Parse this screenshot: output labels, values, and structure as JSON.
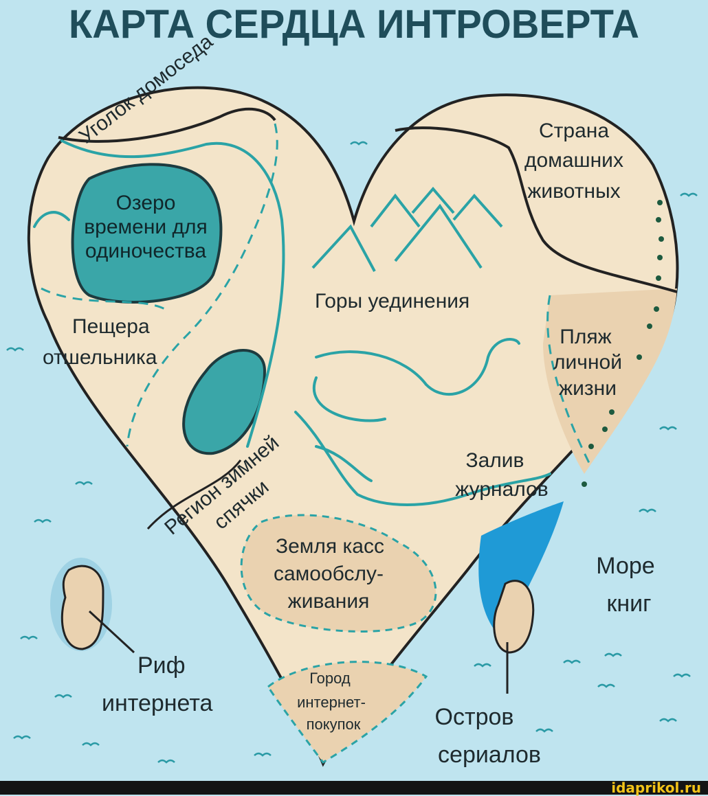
{
  "title": "КАРТА СЕРДЦА ИНТРОВЕРТА",
  "regions": {
    "corner": "Уголок домоседа",
    "lake": [
      "Озеро",
      "времени для",
      "одиночества"
    ],
    "cave": [
      "Пещера",
      "отшельника"
    ],
    "mountains": "Горы уединения",
    "pets": [
      "Страна",
      "домашних",
      "животных"
    ],
    "beach": [
      "Пляж",
      "личной",
      "жизни"
    ],
    "hibernation": [
      "Регион зимней",
      "спячки"
    ],
    "bay": [
      "Залив",
      "журналов"
    ],
    "selfcheckout": [
      "Земля касс",
      "самообслу-",
      "живания"
    ],
    "sea": [
      "Море",
      "книг"
    ],
    "reef": [
      "Риф",
      "интернета"
    ],
    "shopping": [
      "Город",
      "интернет-",
      "покупок"
    ],
    "island": [
      "Остров",
      "сериалов"
    ]
  },
  "colors": {
    "water": "#bfe4ef",
    "land": "#f3e4c9",
    "lake": "#3aa6a8",
    "title": "#1f4d5a",
    "sea_dark": "#1f9ad6"
  },
  "watermark": "idaprikol.ru"
}
